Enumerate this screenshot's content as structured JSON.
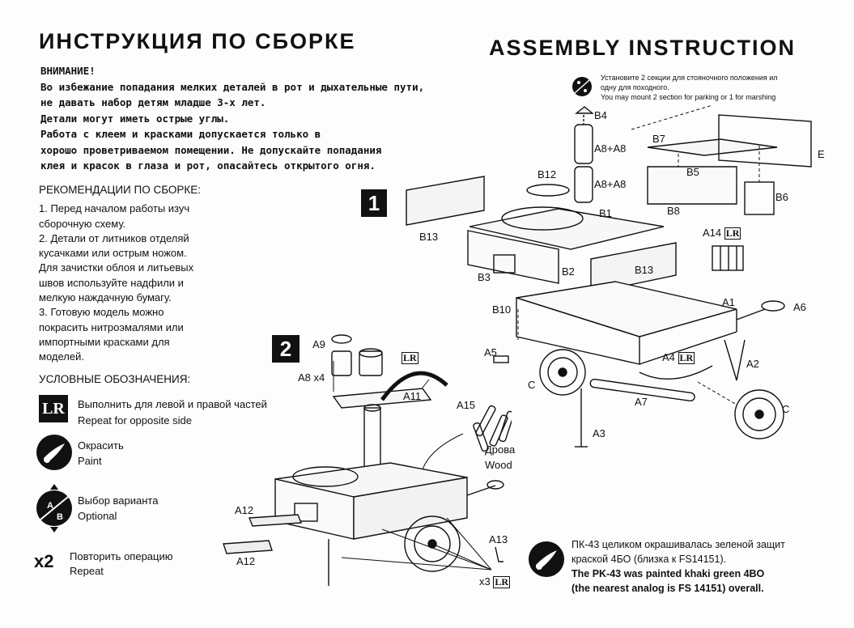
{
  "header": {
    "title_ru": "ИНСТРУКЦИЯ ПО СБОРКЕ",
    "title_en": "ASSEMBLY INSTRUCTION"
  },
  "warning": {
    "heading": "ВНИМАНИЕ!",
    "lines": [
      "Во избежание попадания мелких деталей в рот и дыхательные пути,",
      "не давать набор детям младше 3-х лет.",
      "Детали могут иметь острые углы.",
      "Работа с клеем и красками допускается только в",
      "хорошо проветриваемом помещении. Не допускайте попадания",
      "клея и красок в глаза и рот, опасайтесь открытого огня."
    ]
  },
  "recommendations": {
    "heading": "РЕКОМЕНДАЦИИ ПО СБОРКЕ:",
    "lines": [
      "1. Перед началом работы изуч",
      "сборочную схему.",
      "2. Детали от литников отделяй",
      "кусачками или острым ножом.",
      "Для зачистки облоя и литьевых",
      "швов используйте надфили и",
      "мелкую наждачную бумагу.",
      "3. Готовую модель можно",
      "покрасить нитроэмалями или",
      "импортными красками для",
      "моделей."
    ]
  },
  "legend": {
    "heading": "УСЛОВНЫЕ ОБОЗНАЧЕНИЯ:",
    "lr_symbol": "LR",
    "lr_ru": "Выполнить для левой и правой частей",
    "lr_en": "Repeat for opposite side",
    "paint_ru": "Окрасить",
    "paint_en": "Paint",
    "optional_ru": "Выбор варианта",
    "optional_en": "Optional",
    "optional_a": "A",
    "optional_b": "B",
    "repeat_symbol": "x2",
    "repeat_ru": "Повторить операцию",
    "repeat_en": "Repeat"
  },
  "option_note": {
    "ru_line1": "Установите 2 секции для стояночного положения ил",
    "ru_line2": "одну для походного.",
    "en_line": "You may mount 2 section for parking or 1 for marshing"
  },
  "steps": {
    "step1": "1",
    "step2": "2"
  },
  "step1_labels": {
    "b4": "B4",
    "a8a8_1": "A8+A8",
    "a8a8_2": "A8+A8",
    "b12": "B12",
    "b1": "B1",
    "b7": "B7",
    "b5": "B5",
    "b6": "B6",
    "b8": "B8",
    "e": "E",
    "b13_left": "B13",
    "b3": "B3",
    "b2": "B2",
    "b13_right": "B13",
    "a14": "A14",
    "lr": "LR",
    "b10": "B10",
    "a1": "A1",
    "a6": "A6",
    "a5": "A5",
    "a4": "A4",
    "a2": "A2",
    "c_left": "C",
    "c_right": "C",
    "a7": "A7",
    "a3": "A3"
  },
  "step2_labels": {
    "a9": "A9",
    "a8x4": "A8 x4",
    "a11": "A11",
    "a15": "A15",
    "wood_ru": "Дрова",
    "wood_en": "Wood",
    "a12_top": "A12",
    "a12_bottom": "A12",
    "a13": "A13",
    "x3": "x3",
    "lr": "LR"
  },
  "paint_note": {
    "ru_line1": "ПК-43 целиком окрашивалась зеленой защит",
    "ru_line2": "краской 4БО (близка к FS14151).",
    "en_line1": "The  PK-43 was painted khaki green 4BO",
    "en_line2": "(the nearest analog is FS 14151) overall."
  }
}
